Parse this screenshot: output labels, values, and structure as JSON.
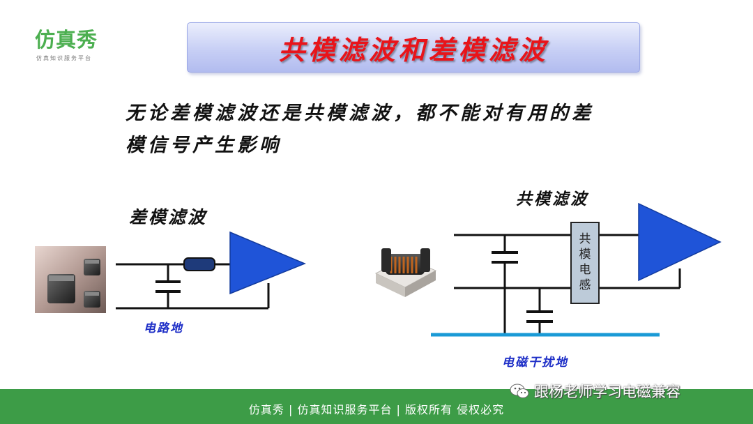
{
  "logo": {
    "main_text": "仿真秀",
    "sub_text": "仿真知识服务平台",
    "brand_color": "#4caf50"
  },
  "title": "共模滤波和差模滤波",
  "description": {
    "line1": "无论差模滤波还是共模滤波，都不能对有用的差",
    "line2": "模信号产生影响"
  },
  "diagram": {
    "dm_label": "差模滤波",
    "cm_label": "共模滤波",
    "gnd_circuit_label": "电路地",
    "gnd_emi_label": "电磁干扰地",
    "choke_label": [
      "共",
      "模",
      "电",
      "感"
    ],
    "colors": {
      "wire": "#111111",
      "amplifier": "#1f54d8",
      "ground_plane": "#1a9ad6",
      "resistor": "#1e3a7a",
      "label_blue": "#1e2fc7",
      "title_red": "#e8141a"
    }
  },
  "footer": {
    "text": "仿真秀 | 仿真知识服务平台 | 版权所有 侵权必究",
    "bg_color": "#3d9c47"
  },
  "watermark": {
    "icon": "wechat-icon",
    "text": "跟杨老师学习电磁兼容"
  }
}
